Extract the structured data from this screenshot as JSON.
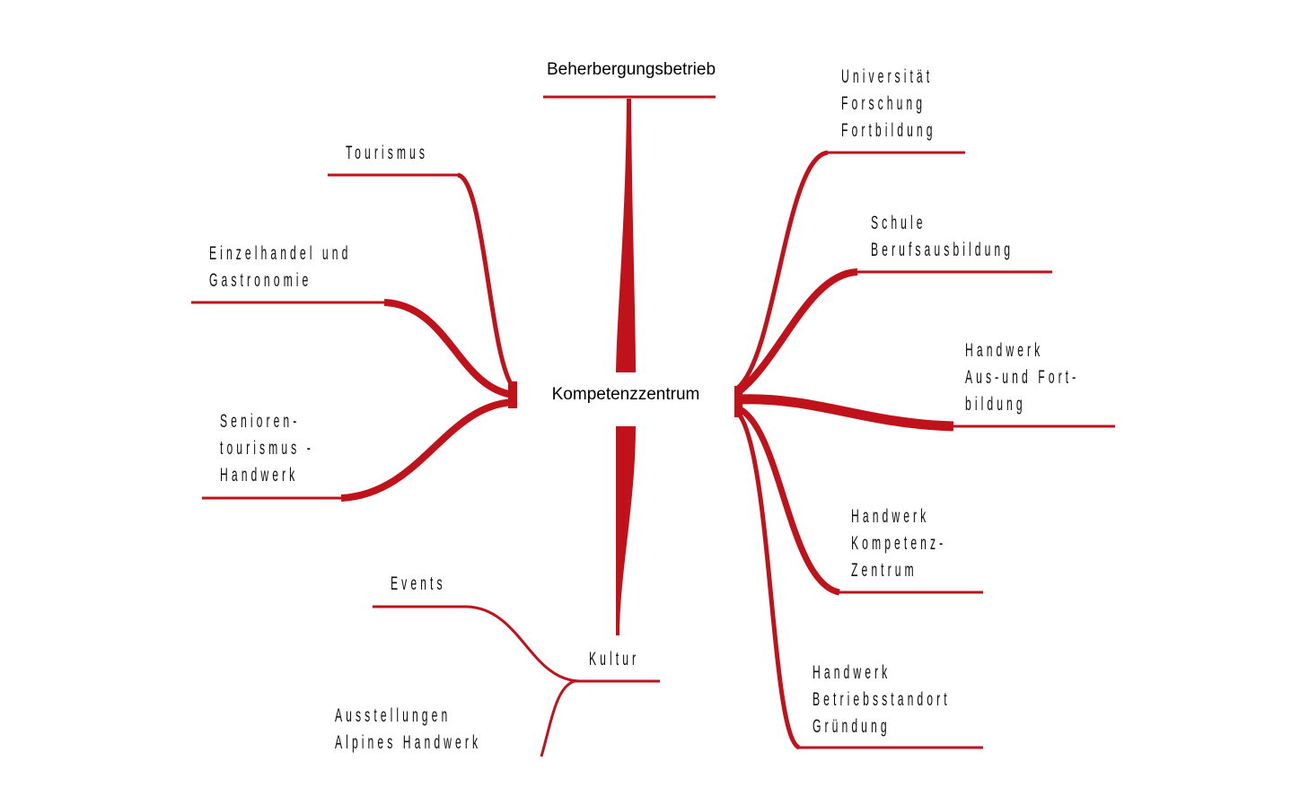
{
  "colors": {
    "branch": "#c0121a",
    "text": "#111111"
  },
  "center": {
    "label": "Kompetenzzentrum"
  },
  "top": {
    "label": "Beherbergungsbetrieb"
  },
  "left_branches": [
    {
      "lines": [
        "Tourismus"
      ]
    },
    {
      "lines": [
        "Einzelhandel und",
        "Gastronomie"
      ]
    },
    {
      "lines": [
        "Senioren-",
        "tourismus -",
        "Handwerk"
      ]
    }
  ],
  "right_branches": [
    {
      "lines": [
        "Universität",
        "Forschung",
        "Fortbildung"
      ]
    },
    {
      "lines": [
        "Schule",
        "Berufsausbildung"
      ]
    },
    {
      "lines": [
        "Handwerk",
        "Aus-und Fort-",
        "bildung"
      ]
    },
    {
      "lines": [
        "Handwerk",
        "Kompetenz-",
        "Zentrum"
      ]
    },
    {
      "lines": [
        "Handwerk",
        "Betriebsstandort",
        "Gründung"
      ]
    }
  ],
  "bottom": {
    "label": "Kultur",
    "children": [
      {
        "lines": [
          "Events"
        ]
      },
      {
        "lines": [
          "Ausstellungen",
          "Alpines Handwerk"
        ]
      }
    ]
  }
}
